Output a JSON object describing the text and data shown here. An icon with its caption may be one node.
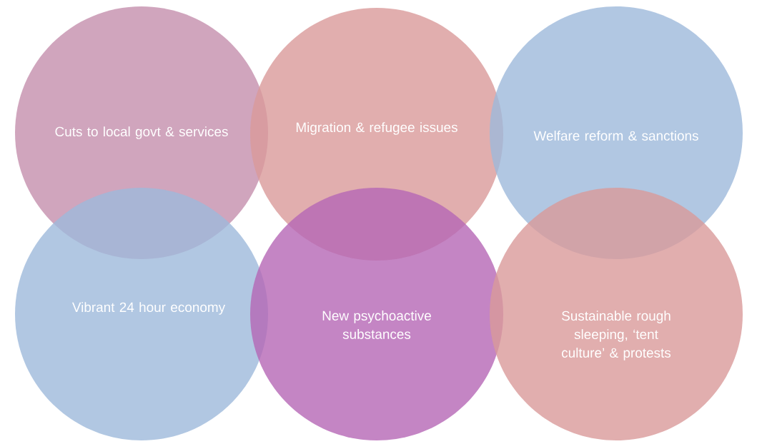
{
  "diagram": {
    "nodes": [
      {
        "text": [
          "Cuts to local govt & services"
        ]
      },
      {
        "text": [
          "Migration & refugee issues"
        ]
      },
      {
        "text": [
          "Welfare reform & sanctions"
        ]
      },
      {
        "text": [
          "Vibrant 24 hour economy"
        ]
      },
      {
        "text": [
          "New psychoactive substances"
        ]
      },
      {
        "text": [
          "Sustainable rough sleeping, ‘tent culture’ & protests"
        ]
      }
    ]
  }
}
